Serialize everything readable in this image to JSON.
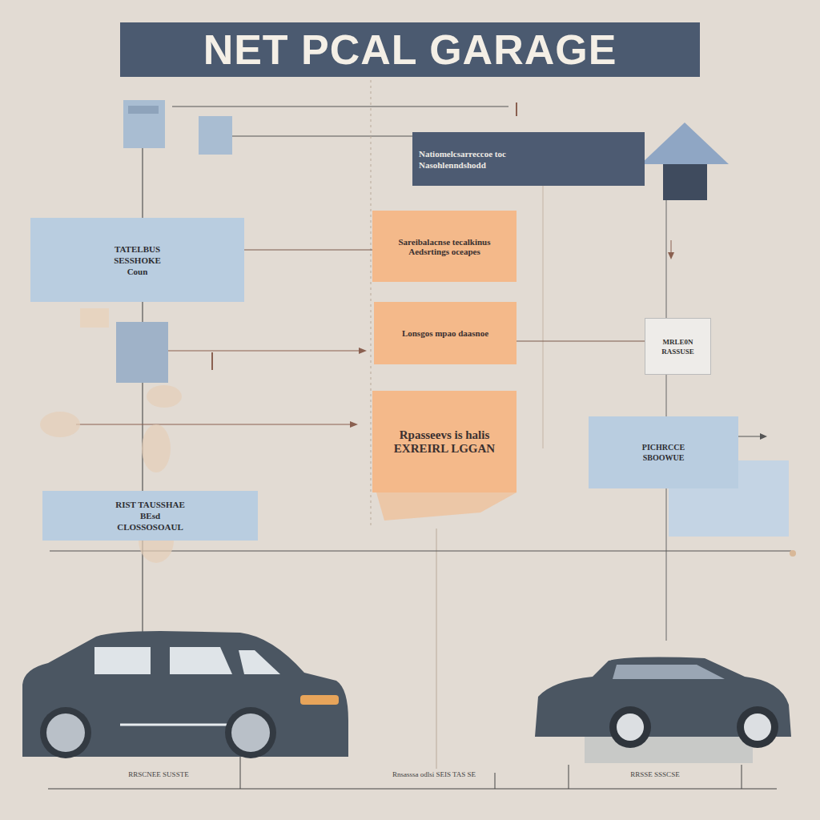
{
  "diagram": {
    "title": "NET PCAL GARAGE",
    "nodes": [
      {
        "text": [
          "Natiomelcsarreccoe toc",
          "Nasohlenndshodd"
        ]
      },
      {
        "text": [
          "TATELBUS",
          "SESSHOKE",
          "Coun"
        ]
      },
      {
        "text": [
          "Sareibalacnse tecalkinus Aedsrtings oceapes"
        ]
      },
      {
        "text": [
          "Lonsgos mpao daasnoe"
        ]
      },
      {
        "text": [
          "MRLE0N",
          "RASSUSE"
        ]
      },
      {
        "text": [
          "Rpasseevs is halis EXREIRL LGGAN"
        ]
      },
      {
        "text": [
          "PICHRCCE",
          "SBOOWUE"
        ]
      },
      {
        "text": [
          "RIST TAUSSHAE",
          "BEsd",
          "CLOSSOSOAUL"
        ]
      }
    ],
    "edges": [
      {
        "from": 1,
        "to": 2,
        "arrow": "none"
      },
      {
        "from": 3,
        "to": 4,
        "arrow": "none"
      }
    ],
    "labels": [
      "RRSCNEE SUSSTE",
      "Rnsasssa odlsi SEIS TAS SE",
      "RRSSE SSSCSE"
    ]
  }
}
